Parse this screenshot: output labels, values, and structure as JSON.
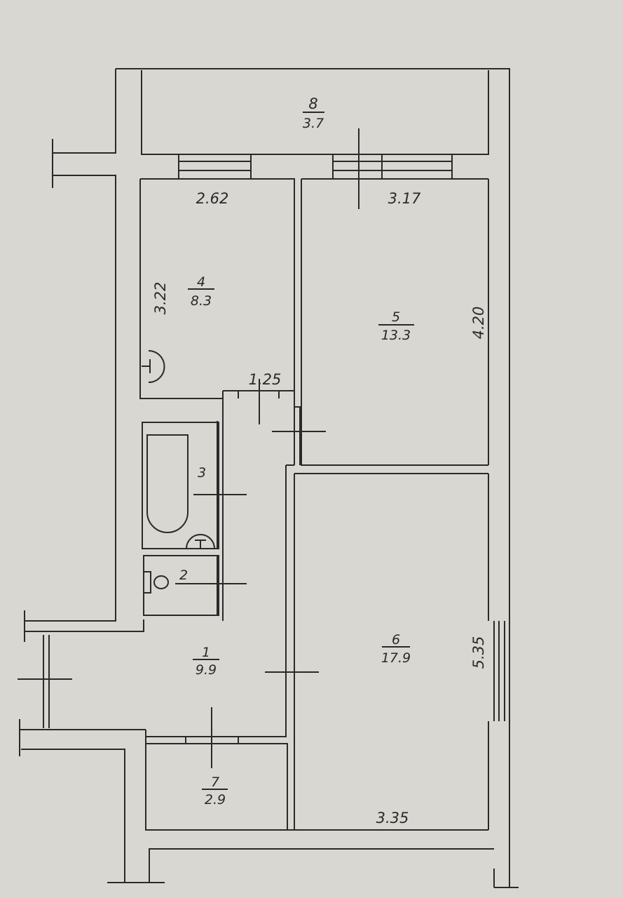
{
  "plan": {
    "rooms": [
      {
        "number": "8",
        "area": "3.7"
      },
      {
        "number": "4",
        "area": "8.3"
      },
      {
        "number": "5",
        "area": "13.3"
      },
      {
        "number": "3"
      },
      {
        "number": "2"
      },
      {
        "number": "1",
        "area": "9.9"
      },
      {
        "number": "6",
        "area": "17.9"
      },
      {
        "number": "7",
        "area": "2.9"
      }
    ],
    "dimensions": {
      "room4_width": "2.62",
      "room5_width": "3.17",
      "room4_length": "3.22",
      "room5_length": "4.20",
      "door_width": "1.25",
      "room6_length": "5.35",
      "room6_width": "3.35"
    },
    "fixtures": {
      "heater_symbol": "T"
    }
  }
}
